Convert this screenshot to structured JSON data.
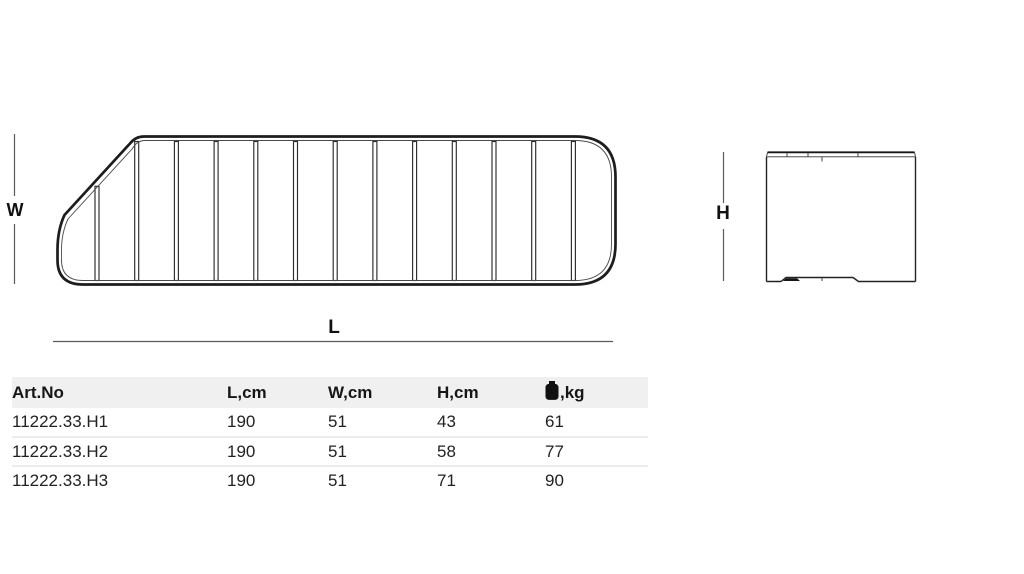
{
  "colors": {
    "line": "#1d1d1d",
    "line_soft": "#4a4a4a",
    "dim": "#5a5a5a",
    "text": "#1f1f1f",
    "table_header_bg": "#f0f0f1",
    "separator": "#ececec"
  },
  "diagram": {
    "top_view": {
      "description": "top view of cargo basket with cross bars",
      "bar_count": 13,
      "width_label": "W",
      "length_label": "L"
    },
    "side_view": {
      "description": "side view of cargo basket",
      "height_label": "H"
    }
  },
  "table": {
    "columns": [
      "Art.No",
      "L,cm",
      "W,cm",
      "H,cm",
      ",kg"
    ],
    "weight_icon": "weight-icon",
    "rows": [
      {
        "art_no": "11222.33.H1",
        "l_cm": "190",
        "w_cm": "51",
        "h_cm": "43",
        "weight_kg": "61"
      },
      {
        "art_no": "11222.33.H2",
        "l_cm": "190",
        "w_cm": "51",
        "h_cm": "58",
        "weight_kg": "77"
      },
      {
        "art_no": "11222.33.H3",
        "l_cm": "190",
        "w_cm": "51",
        "h_cm": "71",
        "weight_kg": "90"
      }
    ]
  }
}
